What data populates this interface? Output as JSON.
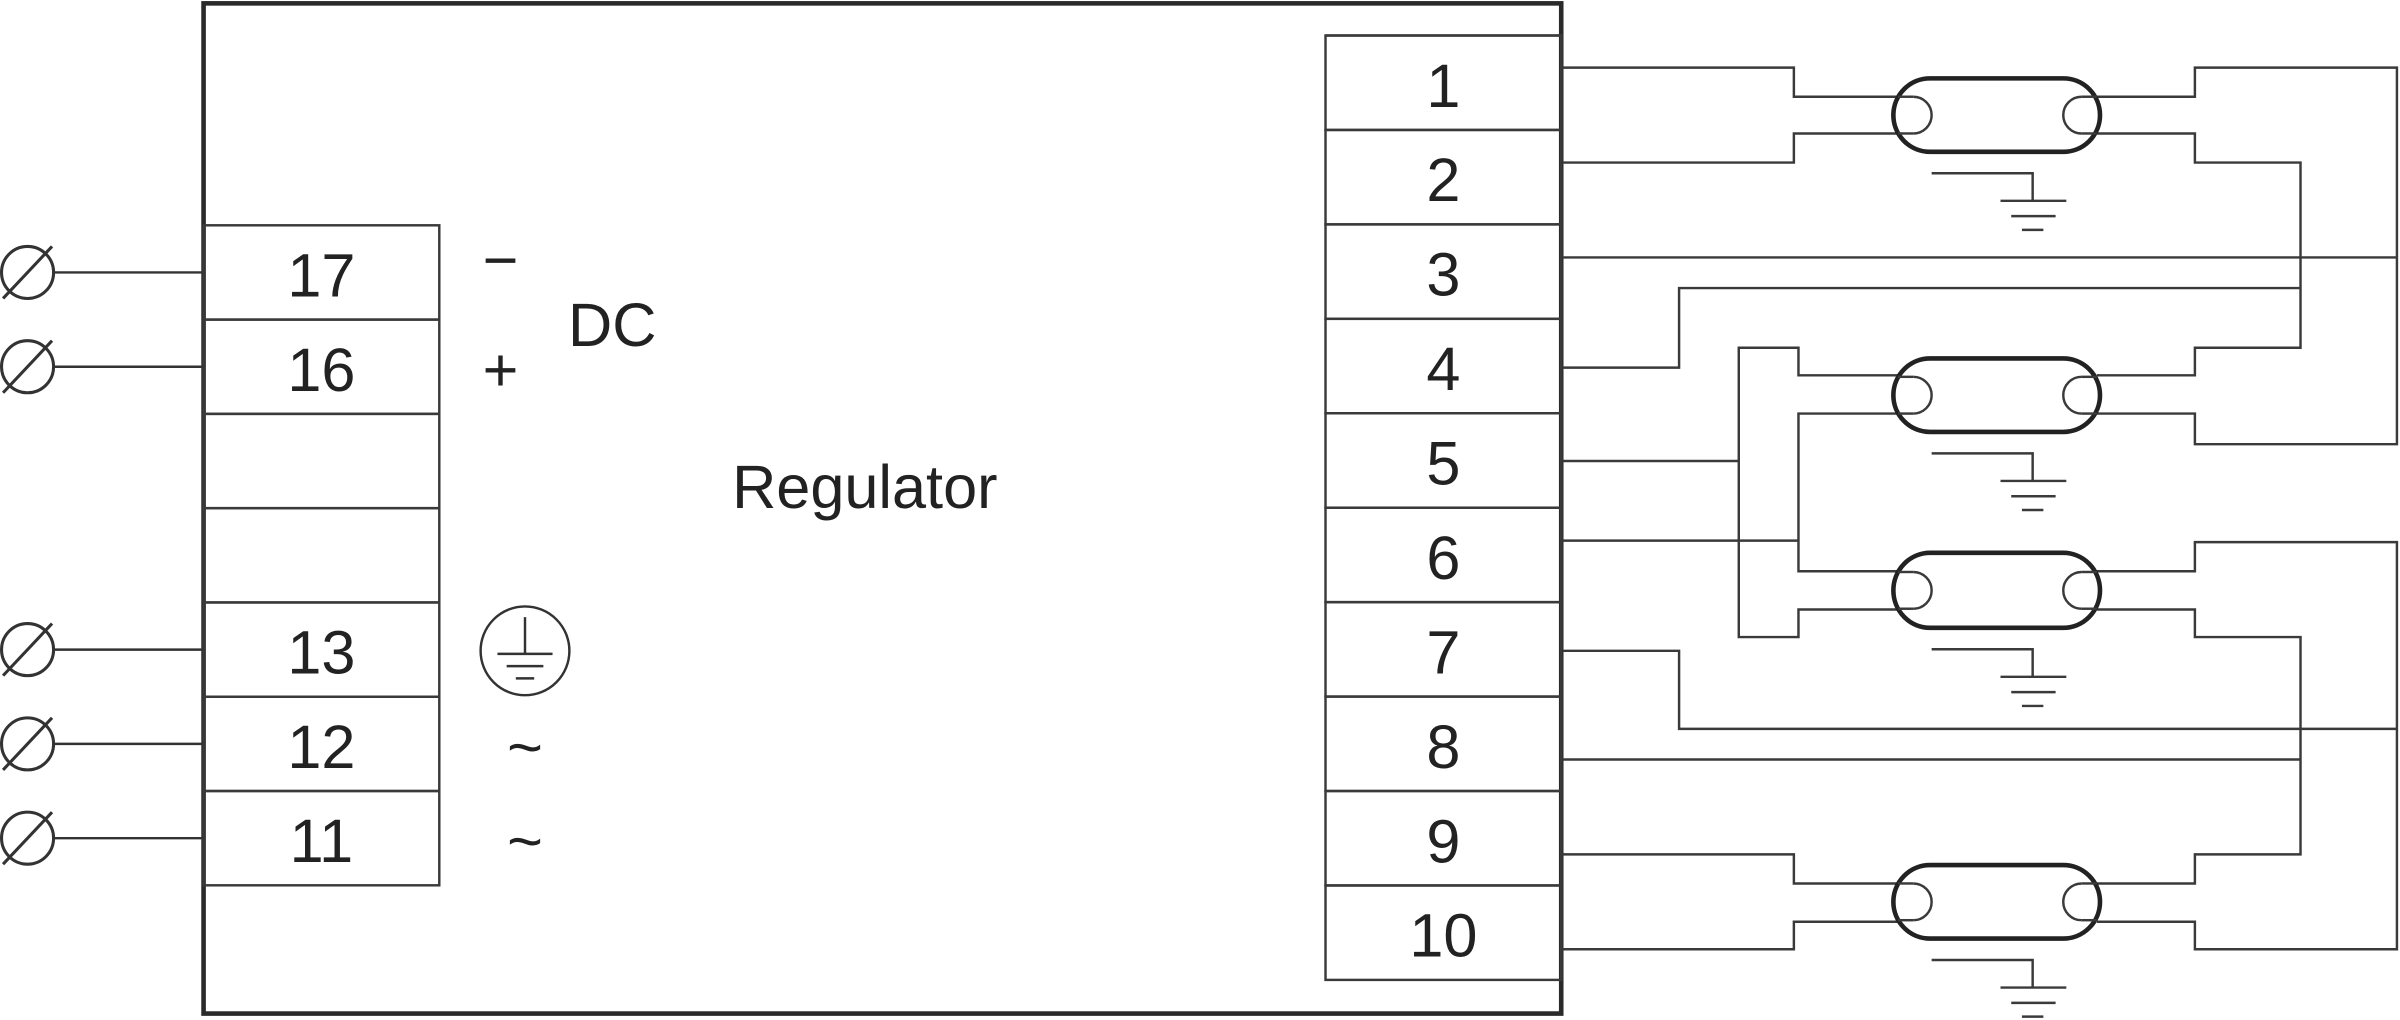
{
  "diagram": {
    "title": "Regulator",
    "right_terminals": [
      "1",
      "2",
      "3",
      "4",
      "5",
      "6",
      "7",
      "8",
      "9",
      "10"
    ],
    "left_terminals": [
      {
        "number": "17",
        "label": "−"
      },
      {
        "number": "16",
        "label": "+"
      },
      {
        "number": "",
        "label": ""
      },
      {
        "number": "",
        "label": ""
      },
      {
        "number": "13",
        "label": ""
      },
      {
        "number": "12",
        "label": "~"
      },
      {
        "number": "11",
        "label": "~"
      }
    ],
    "dc_label": "DC",
    "earth_symbol": "protective-earth-icon",
    "lamp_count": 4
  }
}
